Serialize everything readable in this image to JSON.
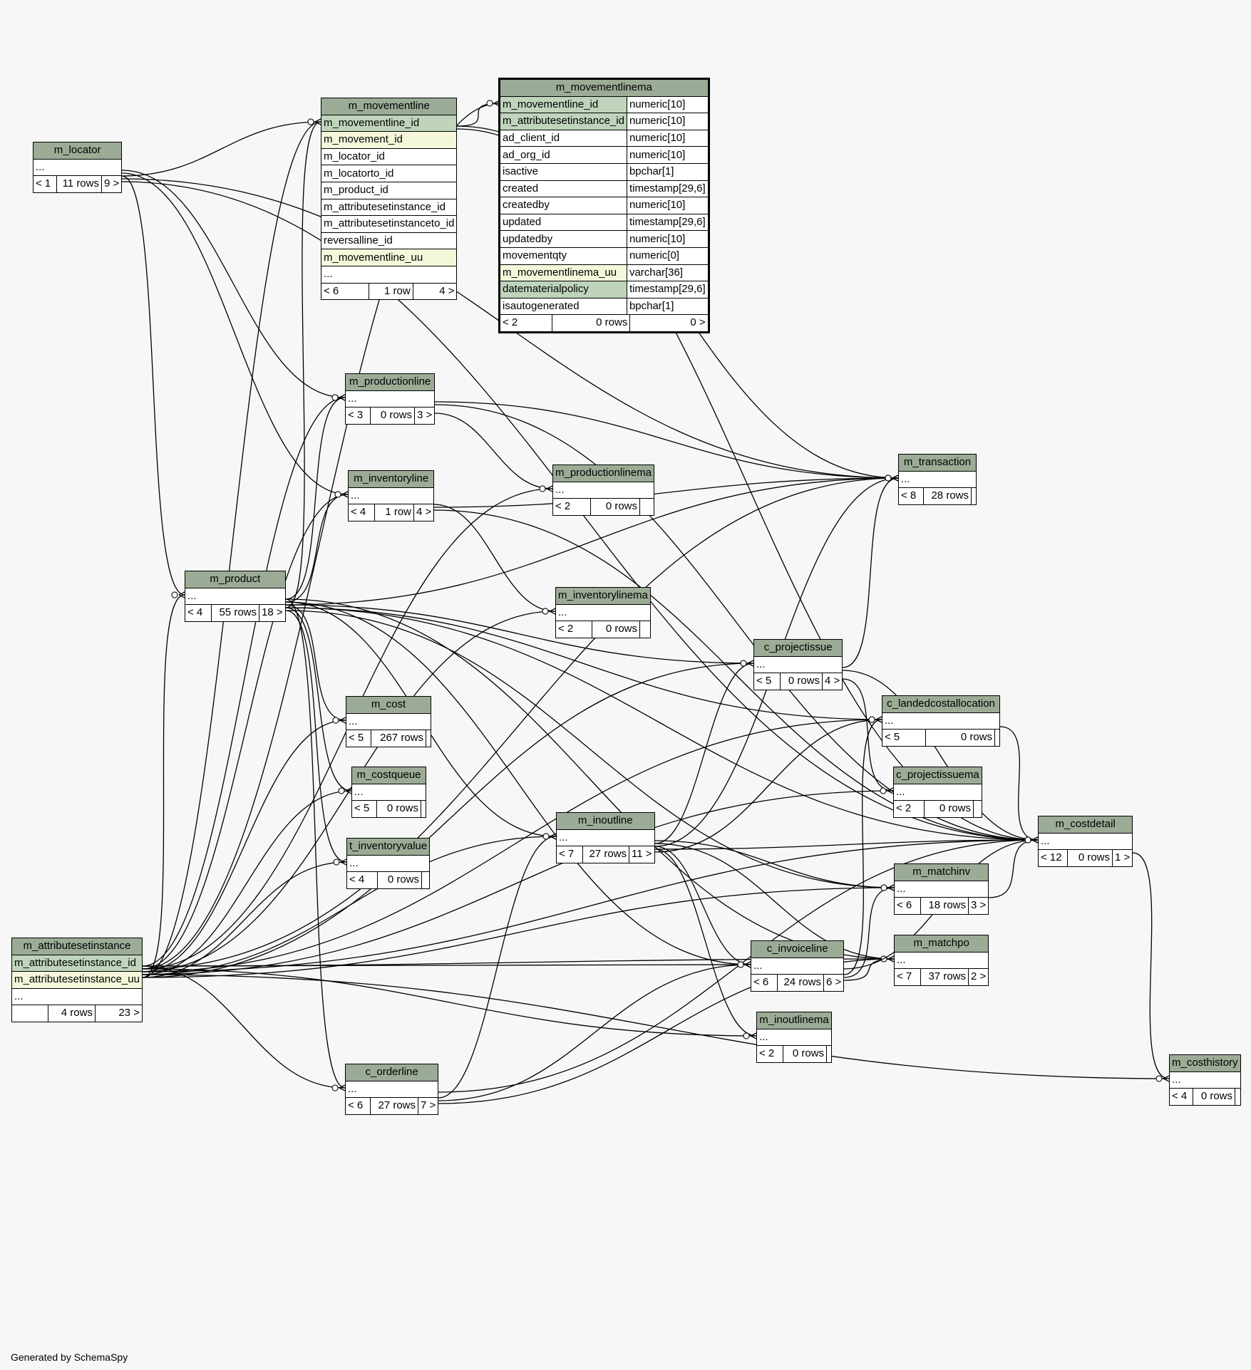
{
  "footer": "Generated by SchemaSpy",
  "tables": {
    "m_movementlinema": {
      "name": "m_movementlinema",
      "columns": [
        {
          "name": "m_movementline_id",
          "type": "numeric[10]",
          "style": "pk"
        },
        {
          "name": "m_attributesetinstance_id",
          "type": "numeric[10]",
          "style": "pk"
        },
        {
          "name": "ad_client_id",
          "type": "numeric[10]",
          "style": ""
        },
        {
          "name": "ad_org_id",
          "type": "numeric[10]",
          "style": ""
        },
        {
          "name": "isactive",
          "type": "bpchar[1]",
          "style": ""
        },
        {
          "name": "created",
          "type": "timestamp[29,6]",
          "style": ""
        },
        {
          "name": "createdby",
          "type": "numeric[10]",
          "style": ""
        },
        {
          "name": "updated",
          "type": "timestamp[29,6]",
          "style": ""
        },
        {
          "name": "updatedby",
          "type": "numeric[10]",
          "style": ""
        },
        {
          "name": "movementqty",
          "type": "numeric[0]",
          "style": ""
        },
        {
          "name": "m_movementlinema_uu",
          "type": "varchar[36]",
          "style": "uk"
        },
        {
          "name": "datematerialpolicy",
          "type": "timestamp[29,6]",
          "style": "pk"
        },
        {
          "name": "isautogenerated",
          "type": "bpchar[1]",
          "style": ""
        }
      ],
      "footer": [
        "< 2",
        "0 rows",
        "0 >"
      ]
    },
    "m_movementline": {
      "name": "m_movementline",
      "columns": [
        {
          "name": "m_movementline_id",
          "style": "pk"
        },
        {
          "name": "m_movement_id",
          "style": "uk"
        },
        {
          "name": "m_locator_id",
          "style": ""
        },
        {
          "name": "m_locatorto_id",
          "style": ""
        },
        {
          "name": "m_product_id",
          "style": ""
        },
        {
          "name": "m_attributesetinstance_id",
          "style": ""
        },
        {
          "name": "m_attributesetinstanceto_id",
          "style": ""
        },
        {
          "name": "reversalline_id",
          "style": ""
        },
        {
          "name": "m_movementline_uu",
          "style": "uk"
        },
        {
          "name": "...",
          "style": ""
        }
      ],
      "footer": [
        "< 6",
        "1 row",
        "4 >"
      ]
    },
    "m_locator": {
      "name": "m_locator",
      "footer": [
        "< 1",
        "11 rows",
        "9 >"
      ]
    },
    "m_attributesetinstance": {
      "name": "m_attributesetinstance",
      "columns": [
        {
          "name": "m_attributesetinstance_id",
          "style": "pk"
        },
        {
          "name": "m_attributesetinstance_uu",
          "style": "uk"
        },
        {
          "name": "...",
          "style": ""
        }
      ],
      "footer": [
        "",
        "4 rows",
        "23 >"
      ]
    },
    "m_product": {
      "name": "m_product",
      "footer": [
        "< 4",
        "55 rows",
        "18 >"
      ]
    },
    "m_productionline": {
      "name": "m_productionline",
      "footer": [
        "< 3",
        "0 rows",
        "3 >"
      ]
    },
    "m_inventoryline": {
      "name": "m_inventoryline",
      "footer": [
        "< 4",
        "1 row",
        "4 >"
      ]
    },
    "m_cost": {
      "name": "m_cost",
      "footer": [
        "< 5",
        "267 rows",
        ""
      ]
    },
    "m_costqueue": {
      "name": "m_costqueue",
      "footer": [
        "< 5",
        "0 rows",
        ""
      ]
    },
    "t_inventoryvalue": {
      "name": "t_inventoryvalue",
      "footer": [
        "< 4",
        "0 rows",
        ""
      ]
    },
    "c_orderline": {
      "name": "c_orderline",
      "footer": [
        "< 6",
        "27 rows",
        "7 >"
      ]
    },
    "m_productionlinema": {
      "name": "m_productionlinema",
      "footer": [
        "< 2",
        "0 rows",
        ""
      ]
    },
    "m_inventorylinema": {
      "name": "m_inventorylinema",
      "footer": [
        "< 2",
        "0 rows",
        ""
      ]
    },
    "m_inoutline": {
      "name": "m_inoutline",
      "footer": [
        "< 7",
        "27 rows",
        "11 >"
      ]
    },
    "c_projectissue": {
      "name": "c_projectissue",
      "footer": [
        "< 5",
        "0 rows",
        "4 >"
      ]
    },
    "c_invoiceline": {
      "name": "c_invoiceline",
      "footer": [
        "< 6",
        "24 rows",
        "6 >"
      ]
    },
    "m_inoutlinema": {
      "name": "m_inoutlinema",
      "footer": [
        "< 2",
        "0 rows",
        ""
      ]
    },
    "m_transaction": {
      "name": "m_transaction",
      "footer": [
        "< 8",
        "28 rows",
        ""
      ]
    },
    "c_landedcostallocation": {
      "name": "c_landedcostallocation",
      "footer": [
        "< 5",
        "0 rows",
        ""
      ]
    },
    "c_projectissuema": {
      "name": "c_projectissuema",
      "footer": [
        "< 2",
        "0 rows",
        ""
      ]
    },
    "m_matchinv": {
      "name": "m_matchinv",
      "footer": [
        "< 6",
        "18 rows",
        "3 >"
      ]
    },
    "m_matchpo": {
      "name": "m_matchpo",
      "footer": [
        "< 7",
        "37 rows",
        "2 >"
      ]
    },
    "m_costdetail": {
      "name": "m_costdetail",
      "footer": [
        "< 12",
        "0 rows",
        "1 >"
      ]
    },
    "m_costhistory": {
      "name": "m_costhistory",
      "footer": [
        "< 4",
        "0 rows",
        ""
      ]
    }
  },
  "ellipsis": "...",
  "relationships": [
    [
      "m_movementline",
      "m_movementlinema"
    ],
    [
      "m_attributesetinstance",
      "m_movementlinema"
    ],
    [
      "m_locator",
      "m_movementline"
    ],
    [
      "m_product",
      "m_movementline"
    ],
    [
      "m_attributesetinstance",
      "m_movementline"
    ],
    [
      "m_locator",
      "m_productionline"
    ],
    [
      "m_locator",
      "m_inventoryline"
    ],
    [
      "m_locator",
      "m_product"
    ],
    [
      "m_locator",
      "m_transaction"
    ],
    [
      "m_locator",
      "m_costdetail"
    ],
    [
      "m_product",
      "m_productionline"
    ],
    [
      "m_product",
      "m_inventoryline"
    ],
    [
      "m_product",
      "m_cost"
    ],
    [
      "m_product",
      "m_costqueue"
    ],
    [
      "m_product",
      "t_inventoryvalue"
    ],
    [
      "m_product",
      "c_orderline"
    ],
    [
      "m_product",
      "m_inoutline"
    ],
    [
      "m_product",
      "c_projectissue"
    ],
    [
      "m_product",
      "c_landedcostallocation"
    ],
    [
      "m_product",
      "m_matchinv"
    ],
    [
      "m_product",
      "m_matchpo"
    ],
    [
      "m_product",
      "c_invoiceline"
    ],
    [
      "m_product",
      "m_transaction"
    ],
    [
      "m_product",
      "m_costdetail"
    ],
    [
      "m_attributesetinstance",
      "m_product"
    ],
    [
      "m_attributesetinstance",
      "m_productionline"
    ],
    [
      "m_attributesetinstance",
      "m_inventoryline"
    ],
    [
      "m_attributesetinstance",
      "m_cost"
    ],
    [
      "m_attributesetinstance",
      "m_costqueue"
    ],
    [
      "m_attributesetinstance",
      "t_inventoryvalue"
    ],
    [
      "m_attributesetinstance",
      "c_orderline"
    ],
    [
      "m_attributesetinstance",
      "m_productionlinema"
    ],
    [
      "m_attributesetinstance",
      "m_inventorylinema"
    ],
    [
      "m_attributesetinstance",
      "m_inoutline"
    ],
    [
      "m_attributesetinstance",
      "c_projectissue"
    ],
    [
      "m_attributesetinstance",
      "c_invoiceline"
    ],
    [
      "m_attributesetinstance",
      "m_inoutlinema"
    ],
    [
      "m_attributesetinstance",
      "c_landedcostallocation"
    ],
    [
      "m_attributesetinstance",
      "c_projectissuema"
    ],
    [
      "m_attributesetinstance",
      "m_matchinv"
    ],
    [
      "m_attributesetinstance",
      "m_matchpo"
    ],
    [
      "m_attributesetinstance",
      "m_transaction"
    ],
    [
      "m_attributesetinstance",
      "m_costdetail"
    ],
    [
      "m_attributesetinstance",
      "m_costhistory"
    ],
    [
      "m_productionline",
      "m_productionlinema"
    ],
    [
      "m_productionline",
      "m_transaction"
    ],
    [
      "m_productionline",
      "m_costdetail"
    ],
    [
      "m_inventoryline",
      "m_inventorylinema"
    ],
    [
      "m_inventoryline",
      "m_transaction"
    ],
    [
      "m_inventoryline",
      "m_costdetail"
    ],
    [
      "m_movementline",
      "m_transaction"
    ],
    [
      "m_movementline",
      "m_costdetail"
    ],
    [
      "c_orderline",
      "m_inoutline"
    ],
    [
      "c_orderline",
      "c_invoiceline"
    ],
    [
      "c_orderline",
      "m_matchpo"
    ],
    [
      "c_orderline",
      "m_costdetail"
    ],
    [
      "m_inoutline",
      "c_projectissue"
    ],
    [
      "m_inoutline",
      "c_invoiceline"
    ],
    [
      "m_inoutline",
      "m_inoutlinema"
    ],
    [
      "m_inoutline",
      "c_landedcostallocation"
    ],
    [
      "m_inoutline",
      "m_matchinv"
    ],
    [
      "m_inoutline",
      "m_matchpo"
    ],
    [
      "m_inoutline",
      "m_transaction"
    ],
    [
      "m_inoutline",
      "m_costdetail"
    ],
    [
      "c_projectissue",
      "c_projectissuema"
    ],
    [
      "c_projectissue",
      "m_transaction"
    ],
    [
      "c_projectissue",
      "m_costdetail"
    ],
    [
      "c_invoiceline",
      "c_landedcostallocation"
    ],
    [
      "c_invoiceline",
      "m_matchinv"
    ],
    [
      "c_invoiceline",
      "m_matchpo"
    ],
    [
      "c_invoiceline",
      "m_costdetail"
    ],
    [
      "c_landedcostallocation",
      "m_costdetail"
    ],
    [
      "m_matchinv",
      "m_costdetail"
    ],
    [
      "m_costdetail",
      "m_costhistory"
    ]
  ]
}
